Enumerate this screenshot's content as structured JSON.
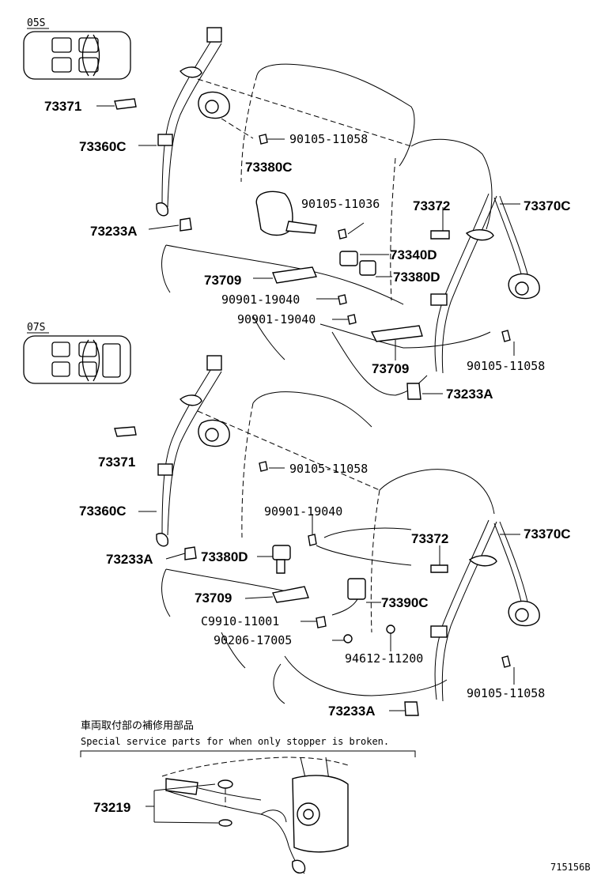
{
  "sections": {
    "s05": "05S",
    "s07": "07S"
  },
  "labels": {
    "a_73371": "73371",
    "a_73360C": "73360C",
    "a_73233A_l": "73233A",
    "a_90105_11058_t": "90105-11058",
    "a_73380C": "73380C",
    "a_90105_11036": "90105-11036",
    "a_73372": "73372",
    "a_73370C": "73370C",
    "a_73340D": "73340D",
    "a_73380D": "73380D",
    "a_73709": "73709",
    "a_90901_19040_1": "90901-19040",
    "a_90901_19040_2": "90901-19040",
    "a_73709_r": "73709",
    "a_90105_11058_r": "90105-11058",
    "a_73233A_r": "73233A",
    "b_73371": "73371",
    "b_90105_11058_t": "90105-11058",
    "b_73360C": "73360C",
    "b_90901_19040": "90901-19040",
    "b_73372": "73372",
    "b_73370C": "73370C",
    "b_73233A_l": "73233A",
    "b_73380D": "73380D",
    "b_73709": "73709",
    "b_73390C": "73390C",
    "b_C9910_11001": "C9910-11001",
    "b_90206_17005": "90206-17005",
    "b_94612_11200": "94612-11200",
    "b_90105_11058_r": "90105-11058",
    "b_73233A_r": "73233A",
    "c_73219": "73219"
  },
  "note": {
    "jp": "車両取付部の補修用部品",
    "en": "Special service parts for when only stopper is broken."
  },
  "figure_id": "715156B"
}
